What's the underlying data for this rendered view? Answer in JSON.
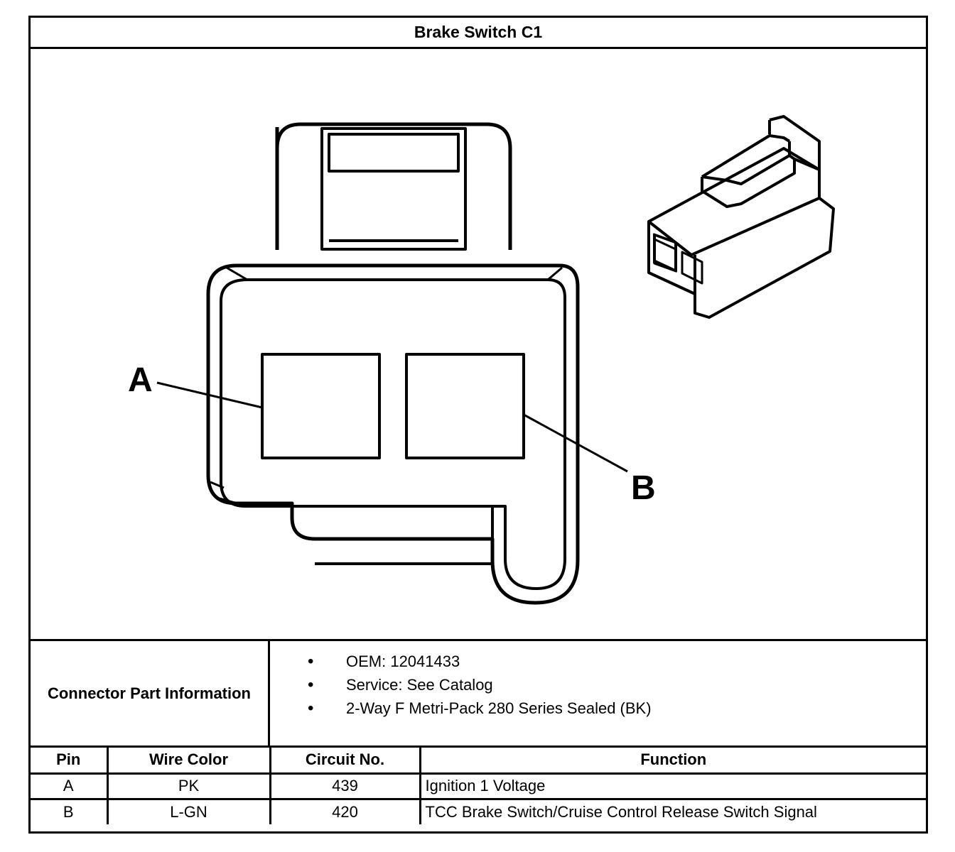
{
  "title": "Brake Switch C1",
  "diagram": {
    "pin_labels": [
      "A",
      "B"
    ],
    "icons": [
      "connector-face-icon",
      "connector-3d-icon"
    ]
  },
  "connector_info": {
    "label": "Connector Part Information",
    "items": [
      "OEM: 12041433",
      "Service: See Catalog",
      "2-Way F Metri-Pack 280 Series Sealed (BK)"
    ]
  },
  "pin_table": {
    "headers": [
      "Pin",
      "Wire Color",
      "Circuit No.",
      "Function"
    ],
    "rows": [
      [
        "A",
        "PK",
        "439",
        "Ignition 1 Voltage"
      ],
      [
        "B",
        "L-GN",
        "420",
        "TCC Brake Switch/Cruise Control Release Switch Signal"
      ]
    ]
  }
}
